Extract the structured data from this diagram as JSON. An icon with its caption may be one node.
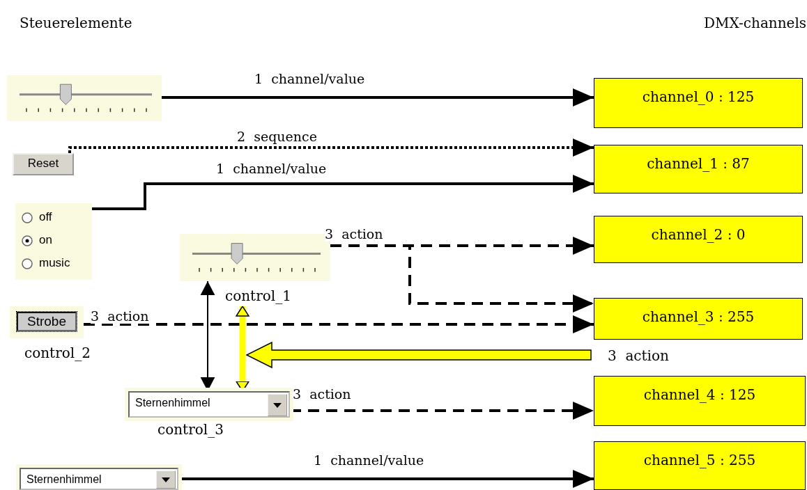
{
  "diagram": {
    "nodes": [
      {
        "text": [],
        "shape": "slider"
      },
      {
        "text": [
          "Reset"
        ]
      },
      {
        "text": [
          "off",
          "on",
          "music"
        ]
      },
      {
        "text": [],
        "shape": "slider",
        "beside": [
          "control_1"
        ]
      },
      {
        "text": [
          "Strobe"
        ],
        "beside": [
          "control_2"
        ]
      },
      {
        "text": [
          "Sternenhimmel"
        ],
        "beside": [
          "control_3"
        ]
      },
      {
        "text": [
          "Sternenhimmel"
        ]
      },
      {
        "text": [
          "channel_0 : 125"
        ]
      },
      {
        "text": [
          "channel_1 : 87"
        ]
      },
      {
        "text": [
          "channel_2 : 0"
        ]
      },
      {
        "text": [
          "channel_3 : 255"
        ]
      },
      {
        "text": [
          "channel_4 : 125"
        ]
      },
      {
        "text": [
          "channel_5 : 255"
        ]
      }
    ],
    "edges": [
      {
        "from": 0,
        "to": 7,
        "arrow": "to",
        "label": "1  channel/value"
      },
      {
        "from": 1,
        "to": 8,
        "arrow": "to",
        "label": "2  sequence",
        "style": "dashed"
      },
      {
        "from": 2,
        "to": 8,
        "arrow": "to",
        "label": "1  channel/value"
      },
      {
        "from": 3,
        "to": 9,
        "arrow": "to",
        "label": "3  action",
        "style": "dashed"
      },
      {
        "from": 3,
        "to": 10,
        "arrow": "to",
        "style": "dashed"
      },
      {
        "from": 4,
        "to": 10,
        "arrow": "to",
        "label": "3  action",
        "style": "dashed"
      },
      {
        "from": 3,
        "to": 5,
        "arrow": "both"
      },
      {
        "from": 3,
        "to": 5,
        "arrow": "both",
        "style": "thick",
        "color": "#ffff00"
      },
      {
        "from": 5,
        "to": 11,
        "arrow": "to",
        "label": "3  action",
        "style": "dashed"
      },
      {
        "from": 6,
        "to": 12,
        "arrow": "to",
        "label": "1  channel/value"
      }
    ],
    "labels": [
      "Steuerelemente",
      "DMX-channels",
      "3  action"
    ]
  }
}
